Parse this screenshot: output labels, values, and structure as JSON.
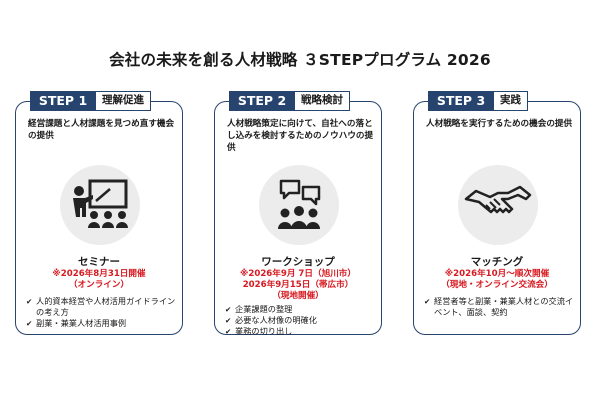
{
  "title": "会社の未来を創る人材戦略 ３STEPプログラム 2026",
  "cards": [
    {
      "step": "STEP 1",
      "phase": "理解促進",
      "desc": "経営課題と人材課題を見つめ直す機会の提供",
      "icon": "presentation-icon",
      "name": "セミナー",
      "dates": [
        "※2026年8月31日開催",
        "（オンライン）"
      ],
      "points": [
        "人的資本経営や人材活用ガイドラインの考え方",
        "副業・兼業人材活用事例"
      ]
    },
    {
      "step": "STEP 2",
      "phase": "戦略検討",
      "desc": "人材戦略策定に向けて、自社への落とし込みを検討するためのノウハウの提供",
      "icon": "workshop-icon",
      "name": "ワークショップ",
      "dates": [
        "※2026年9月 7日（旭川市）",
        "2026年9月15日（帯広市）",
        "（現地開催）"
      ],
      "points": [
        "企業課題の整理",
        "必要な人材像の明確化",
        "業務の切り出し"
      ]
    },
    {
      "step": "STEP 3",
      "phase": "実践",
      "desc": "人材戦略を実行するための機会の提供",
      "icon": "handshake-icon",
      "name": "マッチング",
      "dates": [
        "※2026年10月～順次開催",
        "（現地・オンライン交流会）"
      ],
      "points": [
        "経営者等と副業・兼業人材との交流イベント、面談、契約"
      ]
    }
  ]
}
